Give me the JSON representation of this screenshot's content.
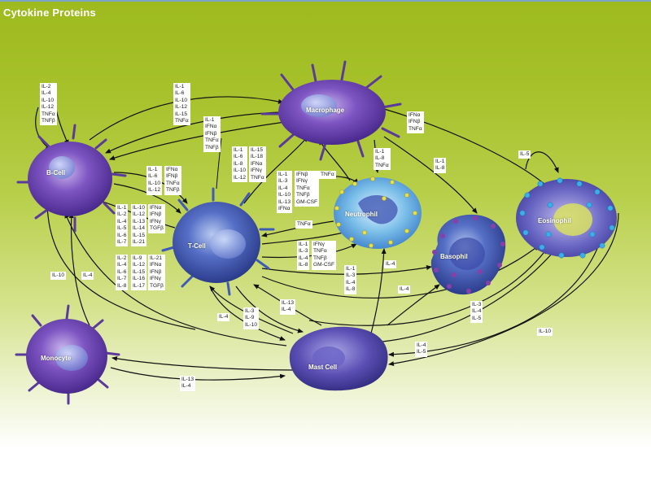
{
  "title": "Cytokine Proteins",
  "cells": {
    "macrophage": "Macrophage",
    "bcell": "B-Cell",
    "tcell": "T-Cell",
    "neutrophil": "Neutrophil",
    "basophil": "Basophil",
    "eosinophil": "Eosinophil",
    "monocyte": "Monocyte",
    "mastcell": "Mast Cell"
  },
  "labels": {
    "bcell_self": "IL-2\nIL-4\nIL-10\nIL-12\nTNFα\nTNFβ",
    "tcell_to_mac": "IL-1\nIL-6\nIL-10\nIL-12\nIL-15\nTNFα",
    "mac_to_bcell": "IL-1\nIFNα\nIFNβ\nTNFα\nTNFβ",
    "mac_to_eos": "IFNα\nIFNβ\nTNFα",
    "bcell_tcell_a": "IL-1\nIL-6\nIL-10\nIL-12",
    "bcell_tcell_b": "IFNα\nIFNβ\nTNFα\nTNFβ",
    "tcell_up_a": "IL-1\nIL-6\nIL-8\nIL-10\nIL-12",
    "tcell_up_b": "IL-15\nIL-18\nIFNα\nIFNγ\nTNFα",
    "tcell_b_c1": "IL-1\nIL-2\nIL-4\nIL-5\nIL-6\nIL-7",
    "tcell_b_c2": "IL-10\nIL-12\nIL-13\nIL-14\nIL-15\nIL-21",
    "tcell_b_c3": "IFNα\nIFNβ\nIFNγ\nTGFβ",
    "neut_a": "IL-1\nIL-3\nIL-4\nIL-10\nIL-13\nIFNα",
    "neut_b": "IFNβ\nIFNγ\nTNFα\nTNFβ\nGM-CSF",
    "tnfa_1": "TNFα",
    "tnfa_2": "TNFα",
    "mac_neut": "IL-1\nIL-8\nTNFα",
    "mac_baso": "IL-1\nIL-8",
    "eos_self": "IL-5",
    "tcell_low_c1": "IL-2\nIL-4\nIL-6\nIL-7\nIL-8",
    "tcell_low_c2": "IL-9\nIL-12\nIL-15\nIL-16\nIL-17",
    "tcell_low_c3": "IL-21\nIFNα\nIFNβ\nIFNγ\nTGFβ",
    "tcell_neut_a": "IL-1\nIL-3\nIL-4\nIL-8",
    "tcell_neut_b": "IFNγ\nTNFα\nTNFβ\nGM-CSF",
    "tcell_baso": "IL-1\nIL-3\nIL-4\nIL-8",
    "il4_neut": "IL-4",
    "il4_baso": "IL-4",
    "il10_left": "IL-10",
    "il4_left": "IL-4",
    "il4_tcell": "IL-4",
    "tcell_mast": "IL-3\nIL-9\nIL-10",
    "il13_il4": "IL-13\nIL-4",
    "mast_eos_a": "IL-3\nIL-4\nIL-5",
    "il10_right": "IL-10",
    "mast_eos_b": "IL-4\nIL-5",
    "mono_mast": "IL-13\nIL-4"
  },
  "colors": {
    "bg_top": "#9dba1e",
    "cell_purple": "#6a3ea8",
    "cell_blue": "#4a60b8",
    "arrow": "#111111"
  }
}
